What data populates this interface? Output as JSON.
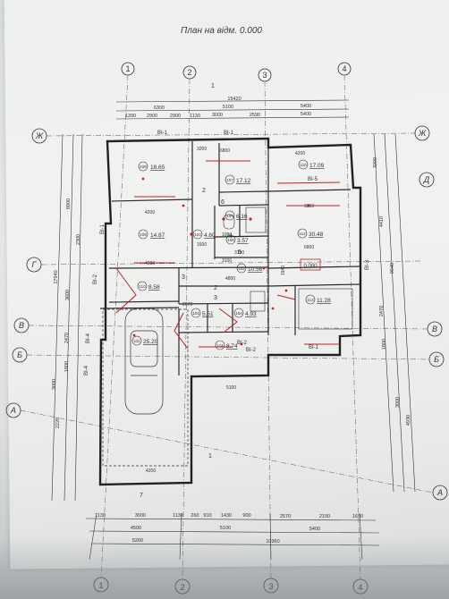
{
  "title": "План на відм. 0.000",
  "axes_columns": [
    "1",
    "2",
    "3",
    "4"
  ],
  "axes_rows": [
    "Ж",
    "Д",
    "Г",
    "В",
    "Б",
    "А"
  ],
  "top_dims_total": "15420",
  "top_dims_row1": [
    "6300",
    "5100",
    "5400"
  ],
  "top_dims_row2": [
    "1390",
    "2900",
    "2900",
    "1130",
    "3000",
    "2590",
    "5400"
  ],
  "bottom_dims_row1": [
    "1130",
    "3000",
    "1130",
    "260",
    "910",
    "1430",
    "900",
    "2570",
    "2100",
    "1690"
  ],
  "bottom_dims_row2": [
    "4500",
    "5100",
    "5400"
  ],
  "bottom_dims_row3": [
    "5260",
    "10360"
  ],
  "left_dims": [
    "17940",
    "8900",
    "2300",
    "3600",
    "2470",
    "1800",
    "3000",
    "2220"
  ],
  "right_dims": [
    "3200",
    "4410",
    "9940",
    "2470",
    "1800",
    "4930",
    "3000"
  ],
  "rooms": [
    {
      "num": "108",
      "area": "18.65"
    },
    {
      "num": "107",
      "area": "17.12"
    },
    {
      "num": "110",
      "area": "17.09"
    },
    {
      "num": "109",
      "area": "14.87"
    },
    {
      "num": "105",
      "area": "6.16"
    },
    {
      "num": "106",
      "area": "3.57"
    },
    {
      "num": "103",
      "area": "4.60"
    },
    {
      "num": "112",
      "area": "30.48"
    },
    {
      "num": "110",
      "area": "8.58"
    },
    {
      "num": "102",
      "area": "10.56"
    },
    {
      "num": "101",
      "area": "5.51"
    },
    {
      "num": "104",
      "area": "4.93"
    },
    {
      "num": "113",
      "area": "11.28"
    },
    {
      "num": "111",
      "area": "25.20"
    },
    {
      "num": "114",
      "area": "8.74"
    }
  ],
  "openings": [
    "ВІ-1",
    "ВІ-1",
    "ВІ-5",
    "ВІ-1",
    "ВІ-2",
    "ВІ-2",
    "ВІ-4",
    "ВІ-4",
    "ВІ-3",
    "ВІ-1",
    "ВІ-2"
  ],
  "level_mark": "0.000",
  "section_marks": [
    "1",
    "1",
    "2",
    "2",
    "3",
    "3",
    "4",
    "5",
    "6",
    "7"
  ],
  "misc_dims": [
    "4200",
    "4200",
    "3200",
    "6800",
    "4200",
    "3350",
    "6800",
    "4800",
    "5100",
    "2670",
    "1600",
    "3100",
    "3100",
    "1080",
    "4200",
    "1940"
  ]
}
